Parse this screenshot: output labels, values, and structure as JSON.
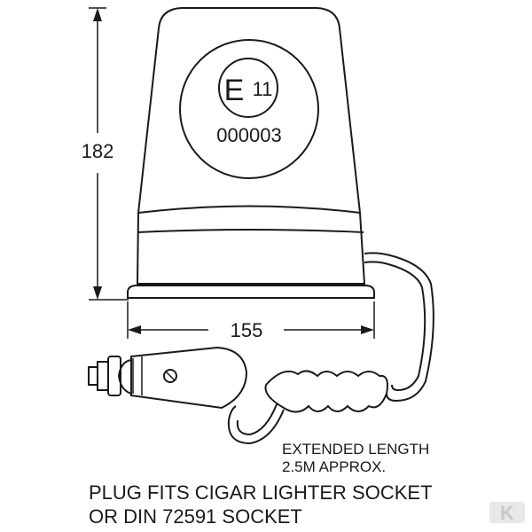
{
  "dimensions": {
    "height": "182",
    "width": "155"
  },
  "approval_mark": {
    "letter": "E",
    "number": "11",
    "code": "000003"
  },
  "notes": {
    "extended_line1": "EXTENDED LENGTH",
    "extended_line2": "2.5M APPROX.",
    "plug_line1": "PLUG FITS CIGAR LIGHTER SOCKET",
    "plug_line2": "OR DIN 72591 SOCKET"
  },
  "watermark": {
    "letter": "K",
    "color": "#c8c8c8"
  },
  "line_color": "#1a1a1a"
}
